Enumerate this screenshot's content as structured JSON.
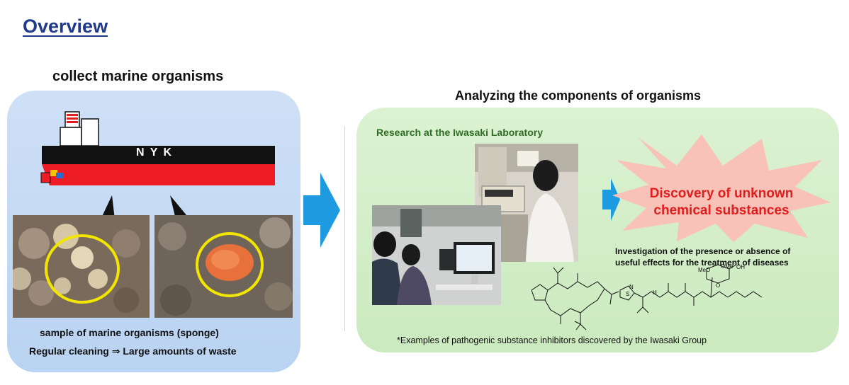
{
  "title": "Overview",
  "left_section": {
    "heading": "collect marine organisms",
    "ship_label": "N Y K",
    "caption_line1": "sample of marine organisms (sponge)",
    "caption_line2": "Regular cleaning ⇒ Large amounts of waste"
  },
  "right_section": {
    "heading": "Analyzing the components of organisms",
    "lab_title": "Research at the Iwasaki Laboratory",
    "discovery_line1": "Discovery of unknown",
    "discovery_line2": "chemical substances",
    "investigation_line1": "Investigation of the presence or absence of",
    "investigation_line2": "useful effects for the treatment of diseases",
    "examples_note": "*Examples of pathogenic substance inhibitors discovered by the Iwasaki Group",
    "chem_labels": {
      "meo": "MeO",
      "ome": "OMe",
      "oh": "OH",
      "o": "O",
      "n": "N",
      "s": "S",
      "h": "H"
    }
  },
  "colors": {
    "title": "#1f3a8a",
    "arrow": "#1e9be0",
    "ship_hull_red": "#ee1c24",
    "lab_title": "#2e6b23",
    "discovery_text": "#e11d1d",
    "starburst": "#f9c2b8"
  }
}
